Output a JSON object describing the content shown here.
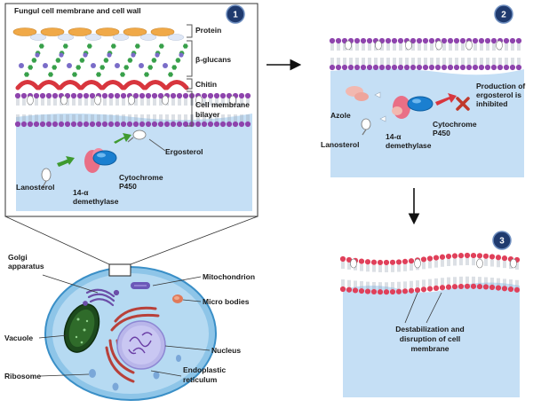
{
  "panel1": {
    "title": "Fungul cell membrane and cell wall",
    "step": "1",
    "layers": {
      "protein": "Protein",
      "glucans": "β-glucans",
      "chitin": "Chitin",
      "membrane_l1": "Cell membrane",
      "membrane_l2": "bilayer"
    },
    "lanosterol": "Lanosterol",
    "enzyme_l1": "14-α",
    "enzyme_l2": "demethylase",
    "cyp_l1": "Cytochrome",
    "cyp_l2": "P450",
    "ergosterol": "Ergosterol"
  },
  "panel2": {
    "step": "2",
    "azole": "Azole",
    "lanosterol": "Lanosterol",
    "enzyme_l1": "14-α",
    "enzyme_l2": "demethylase",
    "cyp_l1": "Cytochrome",
    "cyp_l2": "P450",
    "result_l1": "Production of",
    "result_l2": "ergosterol is",
    "result_l3": "inhibited"
  },
  "panel3": {
    "step": "3",
    "caption_l1": "Destabilization and",
    "caption_l2": "disruption of cell",
    "caption_l3": "membrane"
  },
  "cell": {
    "golgi_l1": "Golgi",
    "golgi_l2": "apparatus",
    "mitochondrion": "Mitochondrion",
    "micro_bodies": "Micro bodies",
    "vacuole": "Vacuole",
    "nucleus": "Nucleus",
    "ribosome": "Ribosome",
    "er_l1": "Endoplastic",
    "er_l2": "reticulum"
  },
  "colors": {
    "cytoplasm": "#c5dff5",
    "lipid_head": "#8e44ad",
    "lipid_head_damaged": "#e0405a",
    "step_badge": "#1f3a6e",
    "protein": "#f0a948",
    "glucan": "#38a04a",
    "chitin": "#d8363e",
    "cyp": "#1a7fd0",
    "demethylase": "#e96f86",
    "cell": "#8ec5e8"
  }
}
